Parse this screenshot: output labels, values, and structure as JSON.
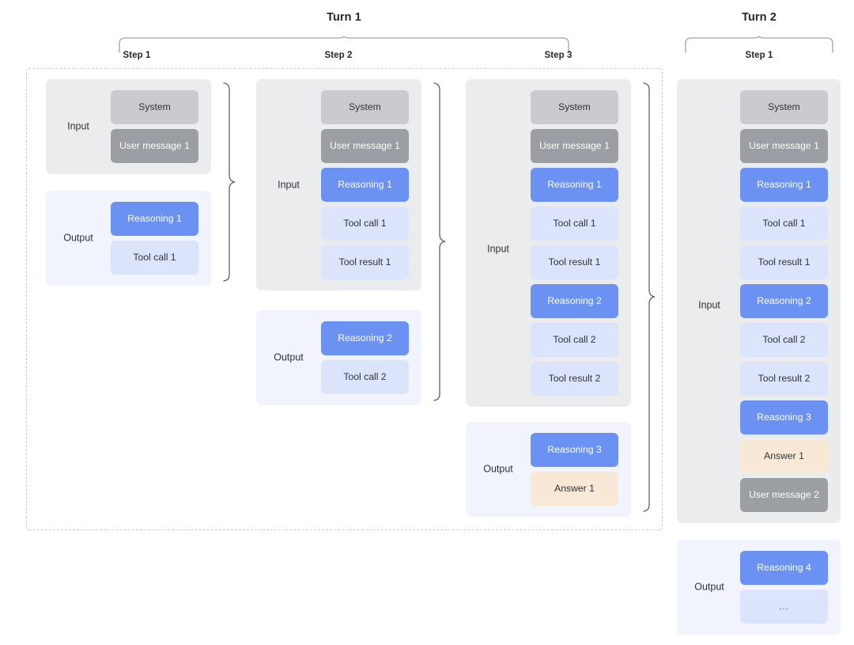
{
  "diagram": {
    "title_turn1": "Turn 1",
    "title_turn2": "Turn 2",
    "step_labels": {
      "t1s1": "Step 1",
      "t1s2": "Step 2",
      "t1s3": "Step 3",
      "t2s1": "Step 1"
    },
    "labels": {
      "input": "Input",
      "output": "Output"
    },
    "colors": {
      "system": "#c9cbcf",
      "user_message": "#9b9ea2",
      "reasoning": "#6b92f2",
      "tool": "#dbe4fb",
      "answer": "#f8e9d7",
      "input_panel": "#ebecee",
      "output_panel": "#f1f4fd",
      "dashed_border": "#c9ccd1",
      "brace": "#5c6068"
    }
  },
  "turn1": {
    "step1": {
      "input": {
        "label": "Input",
        "items": [
          "System",
          "User message 1"
        ]
      },
      "output": {
        "label": "Output",
        "items": [
          "Reasoning 1",
          "Tool call 1"
        ]
      }
    },
    "step2": {
      "input": {
        "label": "Input",
        "items": [
          "System",
          "User message 1",
          "Reasoning 1",
          "Tool call 1",
          "Tool result 1"
        ]
      },
      "output": {
        "label": "Output",
        "items": [
          "Reasoning 2",
          "Tool call 2"
        ]
      }
    },
    "step3": {
      "input": {
        "label": "Input",
        "items": [
          "System",
          "User message 1",
          "Reasoning 1",
          "Tool call 1",
          "Tool result 1",
          "Reasoning 2",
          "Tool call 2",
          "Tool result 2"
        ]
      },
      "output": {
        "label": "Output",
        "items": [
          "Reasoning 3",
          "Answer 1"
        ]
      }
    }
  },
  "turn2": {
    "step1": {
      "input": {
        "label": "Input",
        "items": [
          "System",
          "User message 1",
          "Reasoning 1",
          "Tool call 1",
          "Tool result 1",
          "Reasoning 2",
          "Tool call 2",
          "Tool result 2",
          "Reasoning 3",
          "Answer 1",
          "User message 2"
        ]
      },
      "output": {
        "label": "Output",
        "items": [
          "Reasoning 4",
          "..."
        ]
      }
    }
  }
}
